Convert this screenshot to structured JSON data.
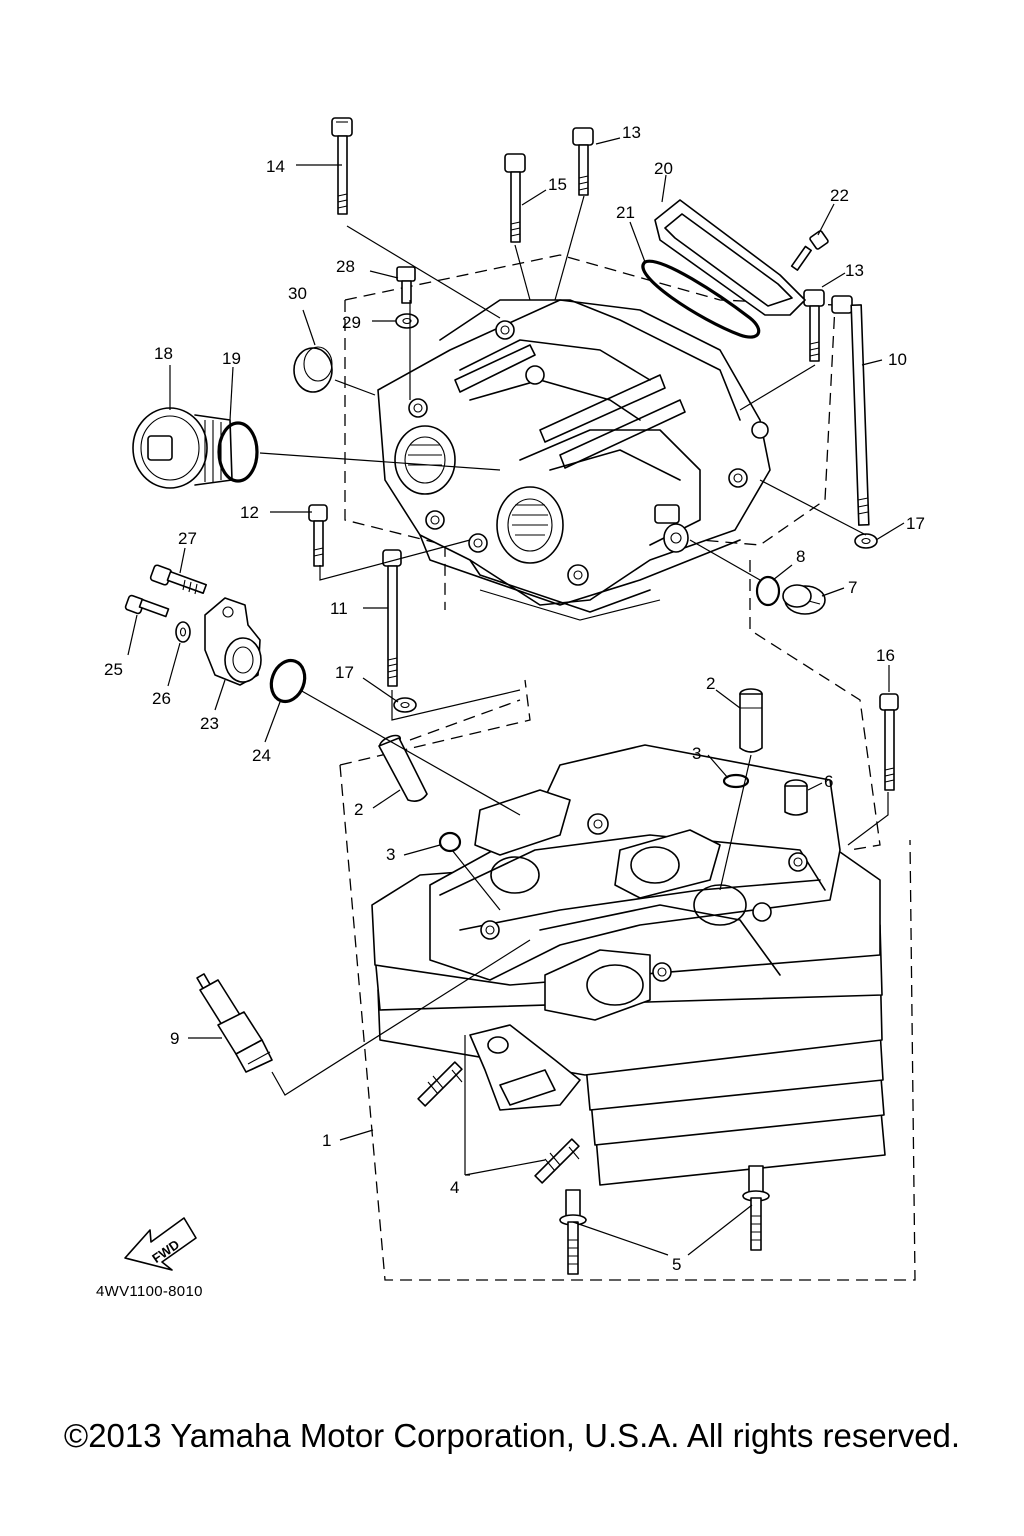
{
  "diagram": {
    "code": "4WV1100-8010",
    "fwd_label": "FWD",
    "callouts": [
      "1",
      "2",
      "2",
      "3",
      "3",
      "4",
      "5",
      "6",
      "7",
      "8",
      "9",
      "10",
      "11",
      "12",
      "13",
      "13",
      "14",
      "15",
      "16",
      "17",
      "17",
      "18",
      "19",
      "20",
      "21",
      "22",
      "23",
      "24",
      "25",
      "26",
      "27",
      "28",
      "29",
      "30"
    ]
  },
  "footer": {
    "copyright": "©2013 Yamaha Motor Corporation, U.S.A. All rights reserved."
  }
}
